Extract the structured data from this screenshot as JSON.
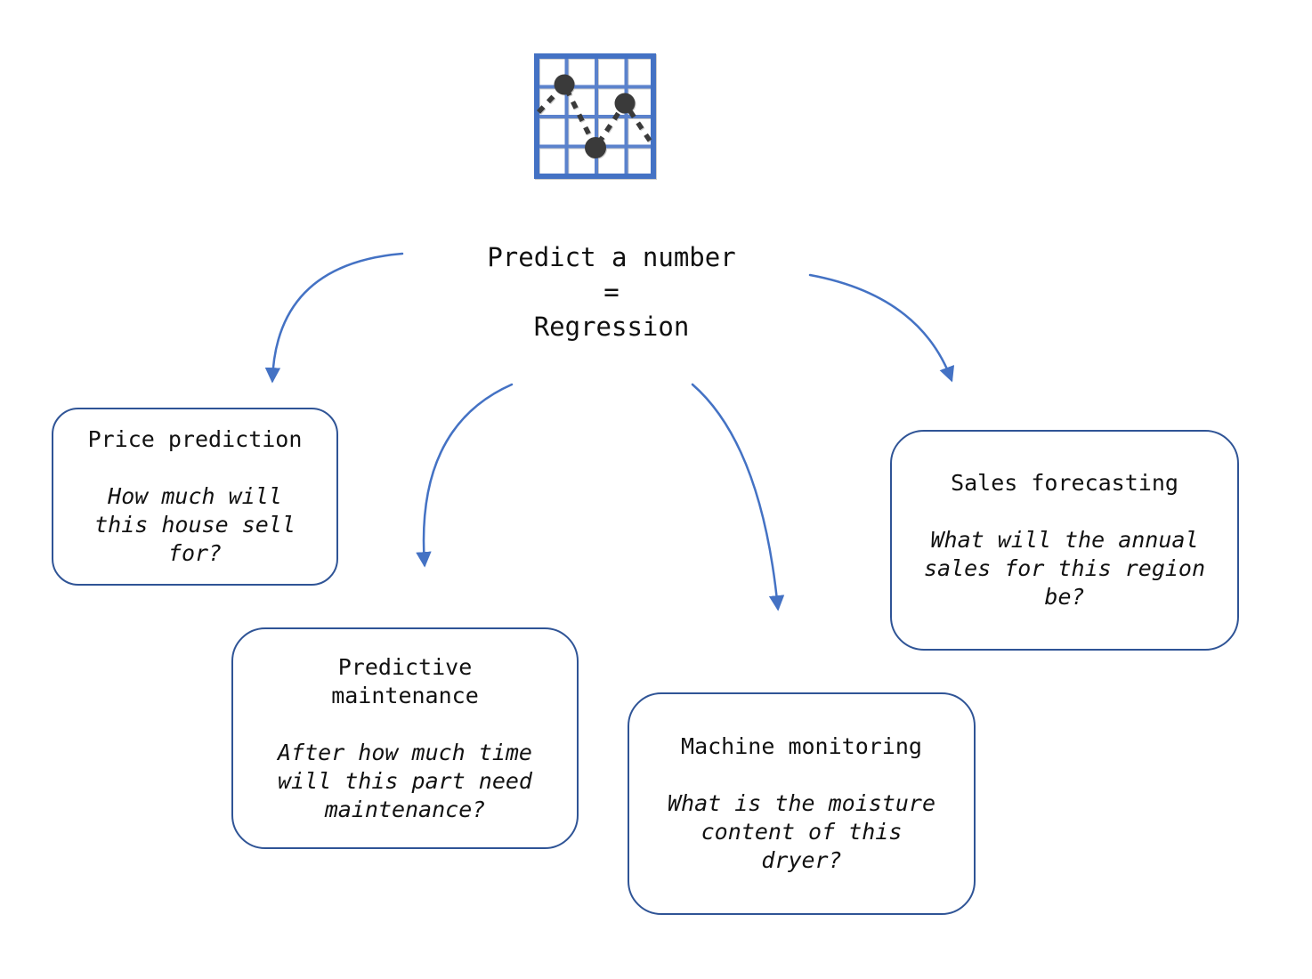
{
  "central": {
    "line1": "Predict a number",
    "line2": "=",
    "line3": "Regression"
  },
  "icon": {
    "name": "line-chart-grid-icon",
    "description": "blue grid with dark data points connected by dashed line"
  },
  "nodes": [
    {
      "id": "price-prediction",
      "heading": "Price prediction",
      "question": "How much will this house sell for?"
    },
    {
      "id": "predictive-maintenance",
      "heading": "Predictive maintenance",
      "question": "After how much time will this part need maintenance?"
    },
    {
      "id": "machine-monitoring",
      "heading": "Machine monitoring",
      "question": "What is the moisture content of this dryer?"
    },
    {
      "id": "sales-forecasting",
      "heading": "Sales forecasting",
      "question": "What will the annual sales for this region be?"
    }
  ],
  "colors": {
    "arrow_blue": "#4472C4",
    "box_outline_navy": "#2F5496",
    "icon_grid_blue": "#4472C4",
    "icon_point_dark": "#3A3A3A",
    "text": "#111111",
    "background": "#FFFFFF"
  }
}
